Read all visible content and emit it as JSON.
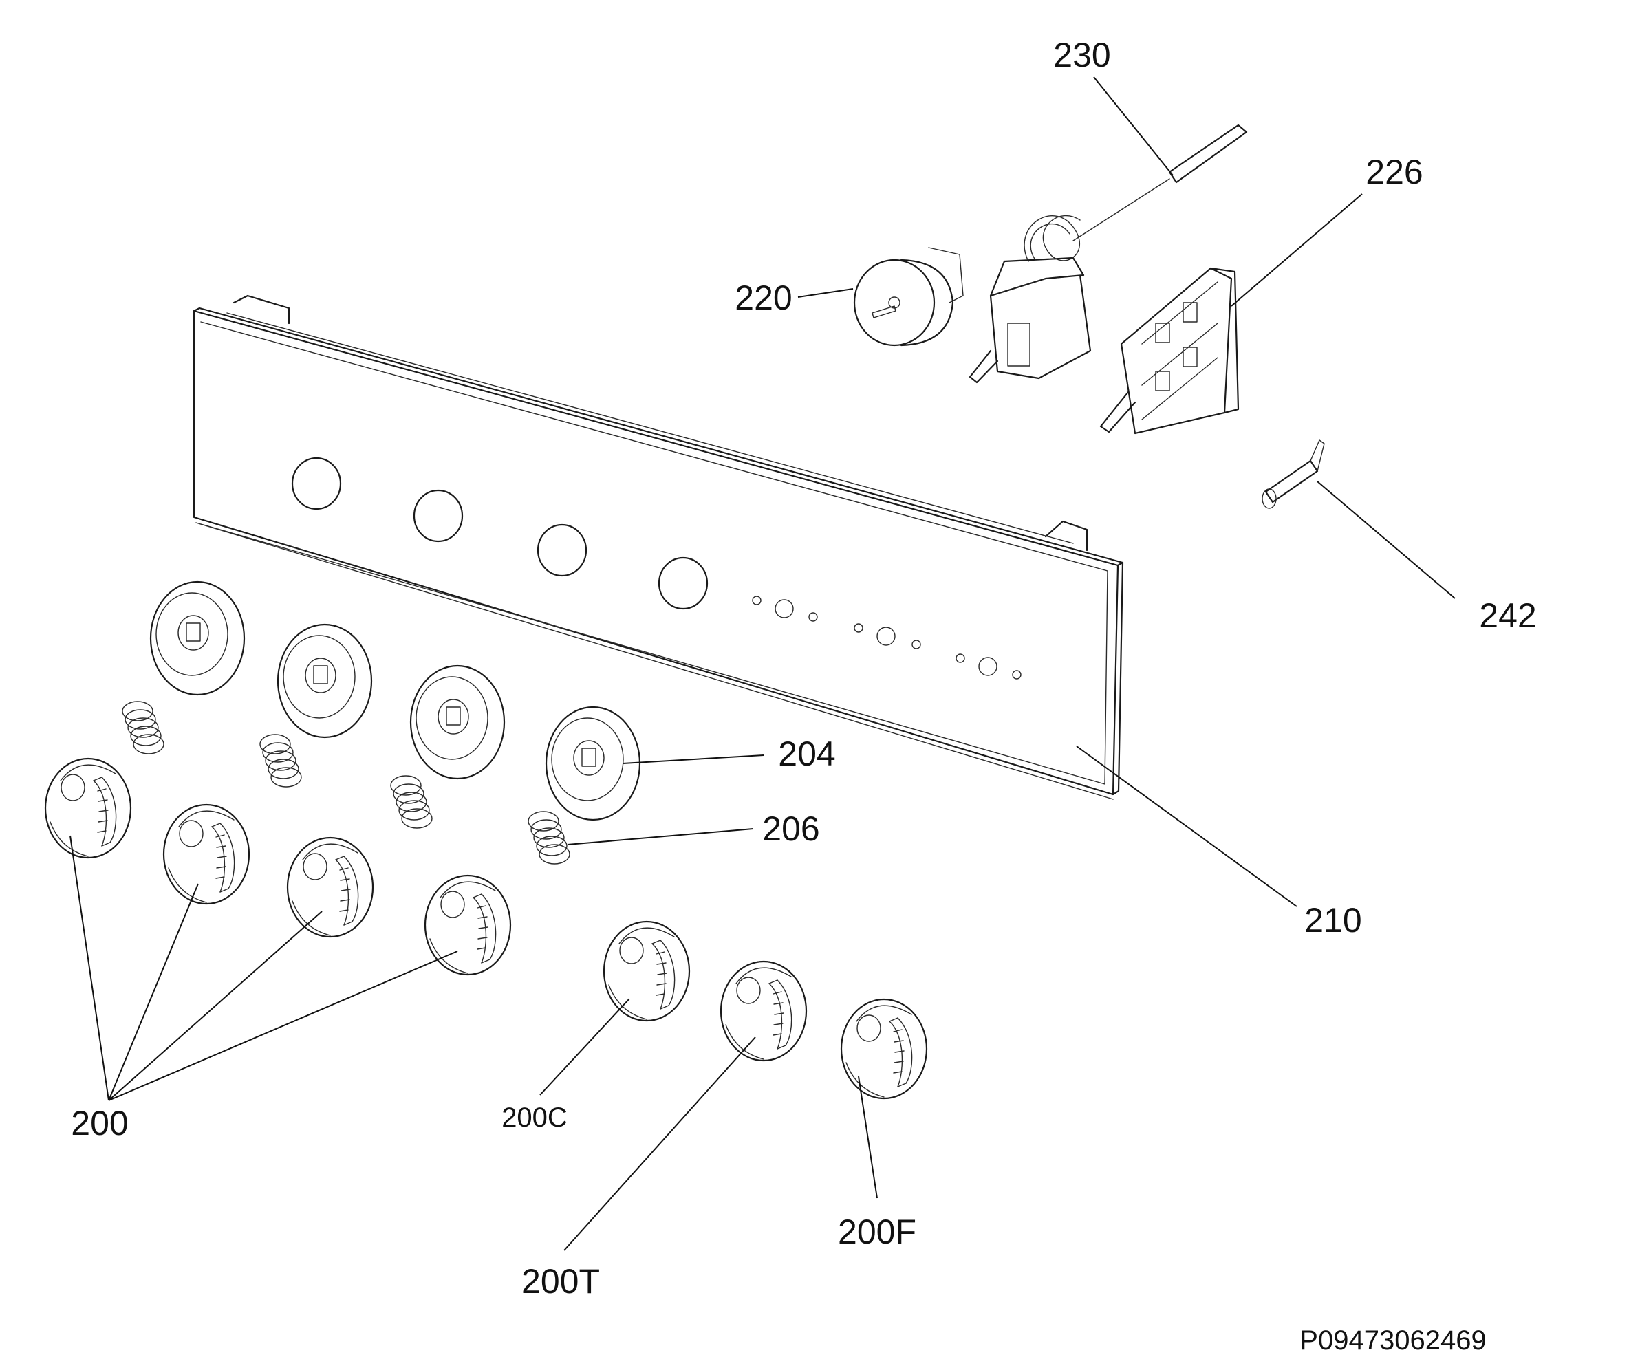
{
  "labels": {
    "l230": "230",
    "l226": "226",
    "l220": "220",
    "l242": "242",
    "l204": "204",
    "l206": "206",
    "l210": "210",
    "l200": "200",
    "l200C": "200C",
    "l200T": "200T",
    "l200F": "200F"
  },
  "drawing_code": "P09473062469"
}
